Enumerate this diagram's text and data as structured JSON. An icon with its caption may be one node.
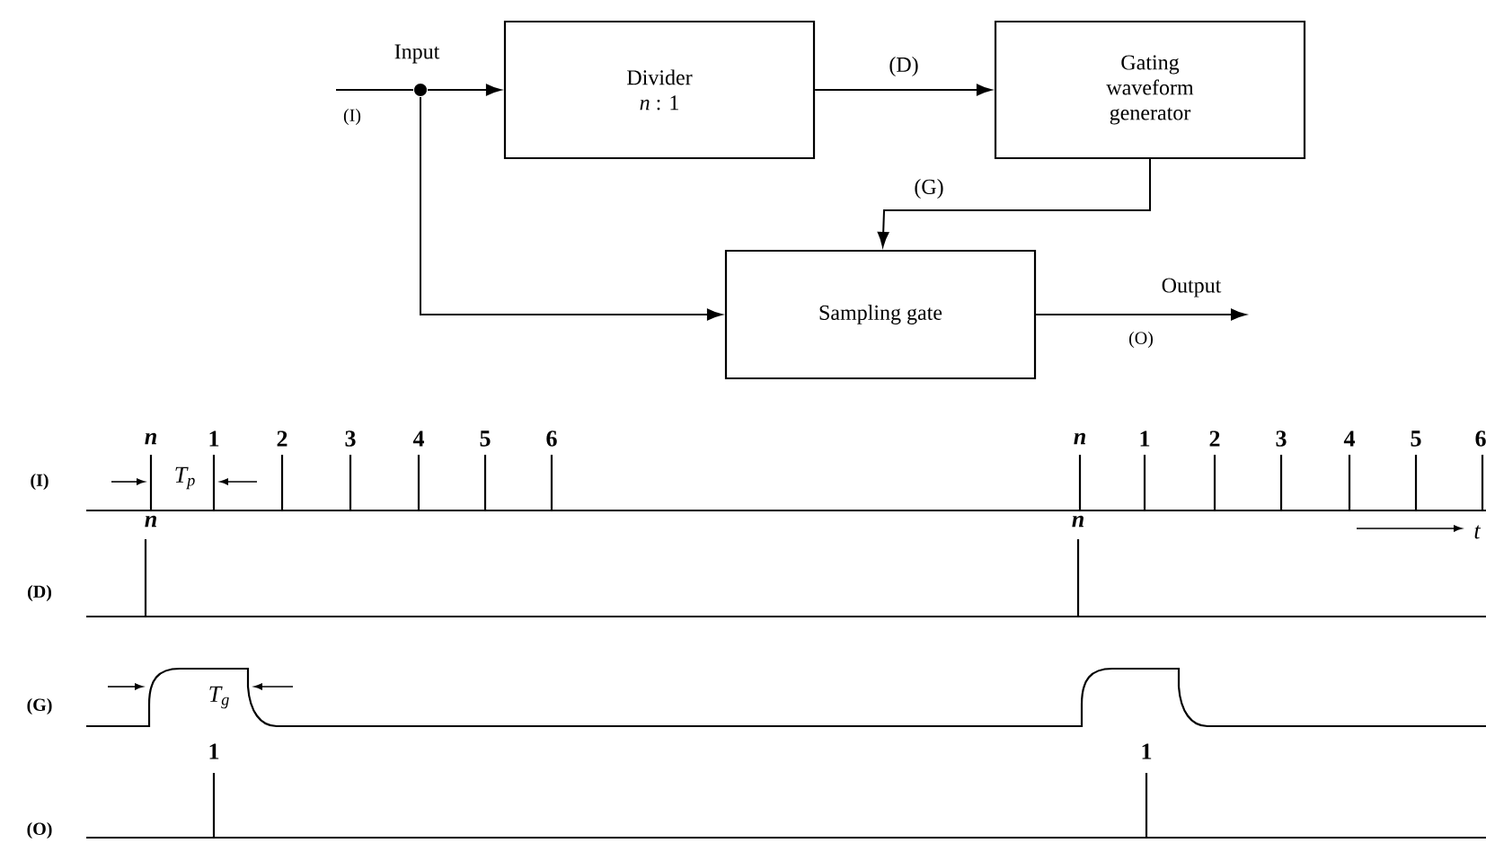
{
  "diagram": {
    "nodes": [
      {
        "text": [
          "Divider",
          "*n* : 1"
        ]
      },
      {
        "text": [
          "Gating waveform generator"
        ]
      },
      {
        "text": [
          "Sampling gate"
        ]
      },
      {
        "text": [],
        "shape": "circle"
      }
    ],
    "edges": [
      {
        "from": null,
        "to": 3,
        "arrow": "none",
        "label": "Input"
      },
      {
        "from": 3,
        "to": 0,
        "arrow": "to"
      },
      {
        "from": 3,
        "to": 2,
        "arrow": "to"
      },
      {
        "from": 0,
        "to": 1,
        "arrow": "to",
        "label": "(D)"
      },
      {
        "from": 1,
        "to": 2,
        "arrow": "to",
        "label": "(G)"
      },
      {
        "from": 2,
        "to": null,
        "arrow": "to",
        "label": "Output"
      }
    ],
    "labels": [
      "(I)",
      "(O)",
      "(I)",
      "n",
      "1",
      "2",
      "3",
      "4",
      "5",
      "6",
      "T$_{p}$",
      "n",
      "1",
      "2",
      "3",
      "4",
      "5",
      "6",
      "t",
      "n",
      "(D)",
      "n",
      "T$_{g}$",
      "(G)",
      "1",
      "1",
      "(O)"
    ]
  }
}
